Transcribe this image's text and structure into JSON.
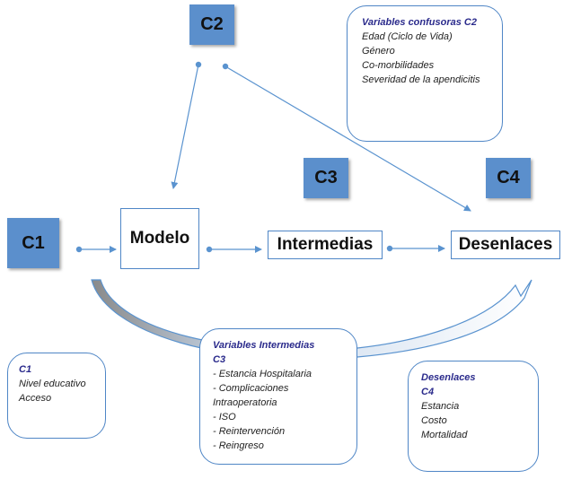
{
  "badges": {
    "c1": "C1",
    "c2": "C2",
    "c3": "C3",
    "c4": "C4"
  },
  "nodes": {
    "modelo": "Modelo",
    "intermedias": "Intermedias",
    "desenlaces": "Desenlaces"
  },
  "notes": {
    "c2": {
      "title": "Variables confusoras C2",
      "lines": [
        "Edad (Ciclo de Vida)",
        "Género",
        "Co-morbilidades",
        "Severidad de la apendicitis"
      ]
    },
    "c1": {
      "title": "C1",
      "lines": [
        "Nivel educativo",
        "Acceso"
      ]
    },
    "c3": {
      "title_lines": [
        "Variables Intermedias",
        "C3"
      ],
      "lines": [
        "- Estancia Hospitalaria",
        "- Complicaciones",
        "Intraoperatoria",
        "- ISO",
        "- Reintervención",
        "- Reingreso"
      ]
    },
    "c4": {
      "title_lines": [
        "Desenlaces",
        "C4"
      ],
      "lines": [
        "Estancia",
        "Costo",
        "Mortalidad"
      ]
    }
  },
  "colors": {
    "badge": "#5b8fcc",
    "border": "#4f86c6",
    "arrow": "#5a93cf",
    "title": "#2b2b8c"
  }
}
